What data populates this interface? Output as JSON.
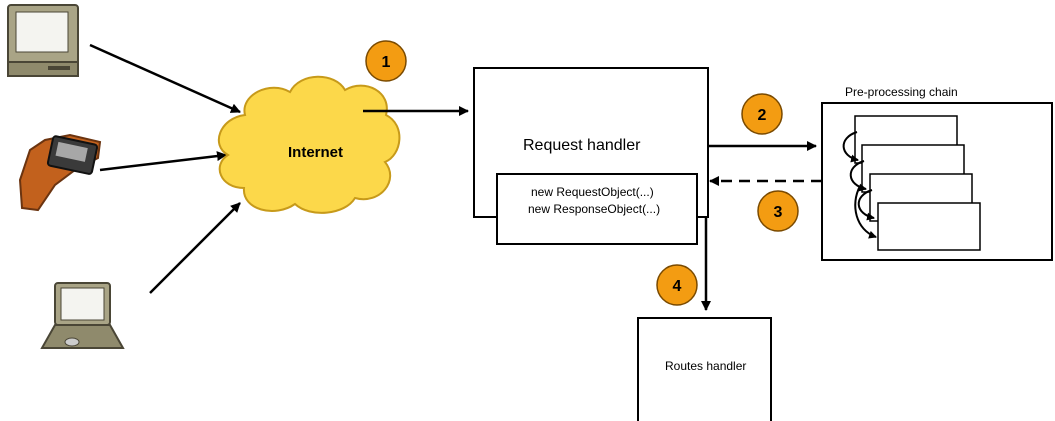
{
  "nodes": {
    "internet": "Internet",
    "request_handler": "Request handler",
    "request_object": "new RequestObject(...)",
    "response_object": "new ResponseObject(...)",
    "preprocessing_chain": "Pre-processing chain",
    "routes_handler": "Routes handler"
  },
  "steps": [
    "1",
    "2",
    "3",
    "4"
  ],
  "icons": [
    "desktop-computer-icon",
    "pda-in-hand-icon",
    "laptop-icon"
  ],
  "colors": {
    "step_fill": "#f39c12",
    "step_stroke": "#7a4a00",
    "cloud_fill": "#fcd84a",
    "cloud_stroke": "#c79a1a"
  }
}
